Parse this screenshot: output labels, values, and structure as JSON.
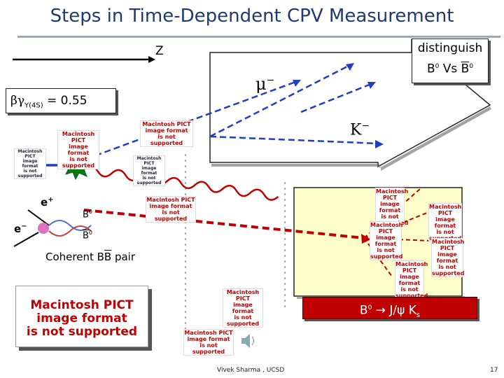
{
  "slide": {
    "title": "Steps in Time-Dependent CPV Measurement",
    "footer": "Vivek Sharma , UCSD",
    "page_number": "17"
  },
  "labels": {
    "z_axis": "Z",
    "distinguish_line1": "distinguish",
    "distinguish_b": "B",
    "distinguish_sup1": "0",
    "distinguish_vs": " Vs ",
    "distinguish_bbar": "B",
    "distinguish_sup2": "0",
    "boost_prefix": "βγ",
    "boost_sub": "Υ(4S)",
    "boost_value": " = 0.55",
    "muon": "μ",
    "muon_sup": "−",
    "kaon": "K",
    "kaon_sup": "−",
    "eplus_sup": "+",
    "eminus_sup": "−",
    "e_letter": "e",
    "b0_top": "B",
    "b0_top_sup": "0",
    "b0_bot": "B",
    "b0_bot_sup": "0",
    "coherent_prefix": "Coherent B",
    "coherent_bbar": "B",
    "coherent_suffix": " pair",
    "decay_b": "B",
    "decay_sup": "0",
    "decay_arrow": " → ",
    "decay_jpsi": "J/ψ K",
    "decay_sub": "s"
  },
  "placeholders": {
    "pict_line1": "Macintosh PICT",
    "pict_line2": "image format",
    "pict_line3": "is not supported"
  },
  "colors": {
    "title": "#1f3a6e",
    "arrow_blue": "#1f3fbf",
    "decay_red": "#c00000",
    "signal_fill": "#ffffcc",
    "star_green": "#0a7a0a"
  }
}
